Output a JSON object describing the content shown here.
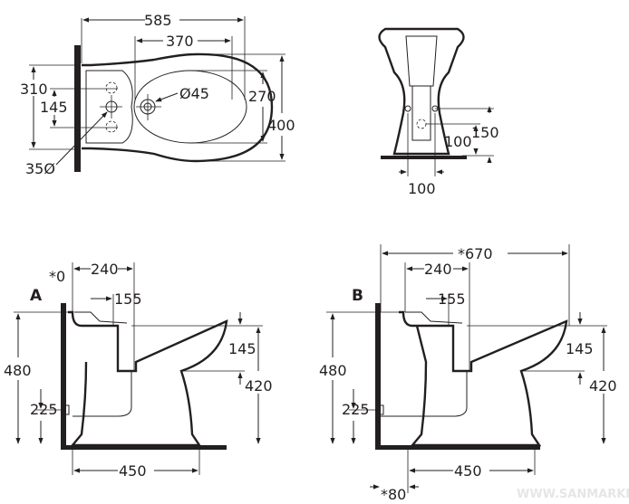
{
  "top_view": {
    "overall_length": "585",
    "bowl_length": "370",
    "width_tap_holes": "310",
    "tap_spacing": "145",
    "drain_diameter": "Ø45",
    "bowl_width": "270",
    "overall_width": "400",
    "tap_hole_diameter": "35Ø"
  },
  "front_view": {
    "fixing_height_outer": "150",
    "fixing_height_inner": "100",
    "fixing_spacing": "100"
  },
  "side_view_a": {
    "label": "A",
    "wall_gap": "*0",
    "tap_offset": "240",
    "drain_offset": "155",
    "total_height": "480",
    "inlet_height": "225",
    "rim_depth": "145",
    "rim_height": "420",
    "base_length": "450"
  },
  "side_view_b": {
    "label": "B",
    "overall_length": "*670",
    "tap_offset": "240",
    "drain_offset": "155",
    "total_height": "480",
    "inlet_height": "225",
    "rim_depth": "145",
    "rim_height": "420",
    "base_length": "450",
    "wall_gap": "*80"
  },
  "watermark": "WWW.SANMARKET.RU"
}
